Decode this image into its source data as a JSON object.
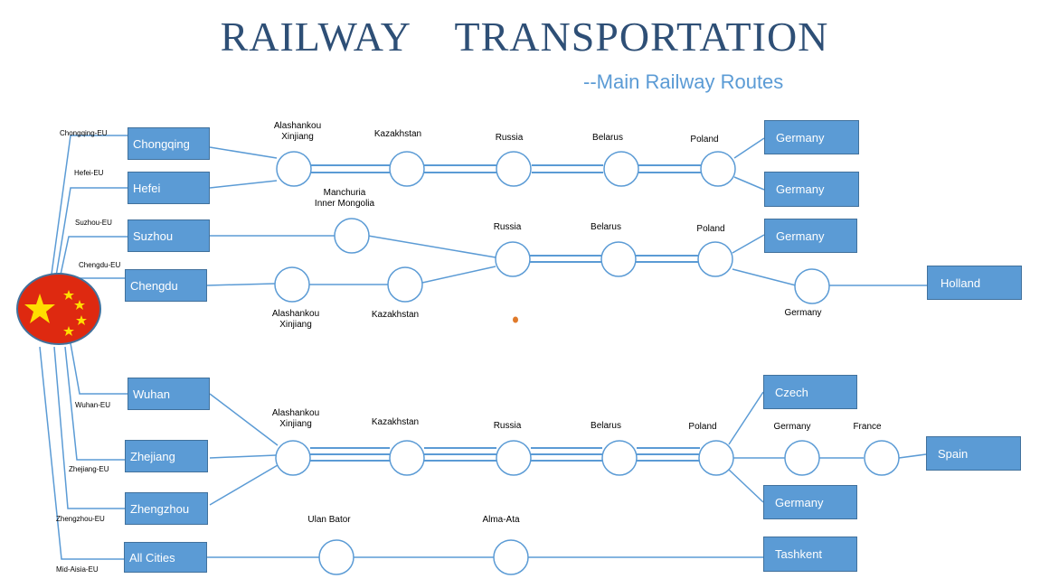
{
  "title": "RAILWAY    TRANSPORTATION",
  "subtitle": "--Main Railway Routes",
  "route_labels": {
    "chongqing_eu": "Chongqing-EU",
    "hefei_eu": "Hefei-EU",
    "suzhou_eu": "Suzhou-EU",
    "chengdu_eu": "Chengdu-EU",
    "wuhan_eu": "Wuhan-EU",
    "zhejiang_eu": "Zhejiang-EU",
    "zhengzhou_eu": "Zhengzhou-EU",
    "mid_asia_eu": "Mid-Aisia-EU"
  },
  "origins": {
    "chongqing": "Chongqing",
    "hefei": "Hefei",
    "suzhou": "Suzhou",
    "chengdu": "Chengdu",
    "wuhan": "Wuhan",
    "zhejiang": "Zhejiang",
    "zhengzhou": "Zhengzhou",
    "all_cities": "All Cities"
  },
  "destinations": {
    "germany_1": "Germany",
    "germany_2": "Germany",
    "germany_3": "Germany",
    "holland": "Holland",
    "czech": "Czech",
    "spain": "Spain",
    "germany_4": "Germany",
    "tashkent": "Tashkent"
  },
  "stations": {
    "alashankou_1": "Alashankou\nXinjiang",
    "kazakhstan_1": "Kazakhstan",
    "russia_1": "Russia",
    "belarus_1": "Belarus",
    "poland_1": "Poland",
    "manchuria": "Manchuria\nInner Mongolia",
    "russia_2": "Russia",
    "belarus_2": "Belarus",
    "poland_2": "Poland",
    "alashankou_2": "Alashankou\nXinjiang",
    "kazakhstan_2": "Kazakhstan",
    "germany_mid": "Germany",
    "alashankou_3": "Alashankou\nXinjiang",
    "kazakhstan_3": "Kazakhstan",
    "russia_3": "Russia",
    "belarus_3": "Belarus",
    "poland_3": "Poland",
    "germany_low": "Germany",
    "france": "France",
    "ulan_bator": "Ulan Bator",
    "alma_ata": "Alma-Ata"
  },
  "colors": {
    "box_fill": "#5b9bd5",
    "line": "#5b9bd5",
    "title": "#2e4f76",
    "flag_red": "#de2910",
    "flag_star": "#ffde00"
  }
}
